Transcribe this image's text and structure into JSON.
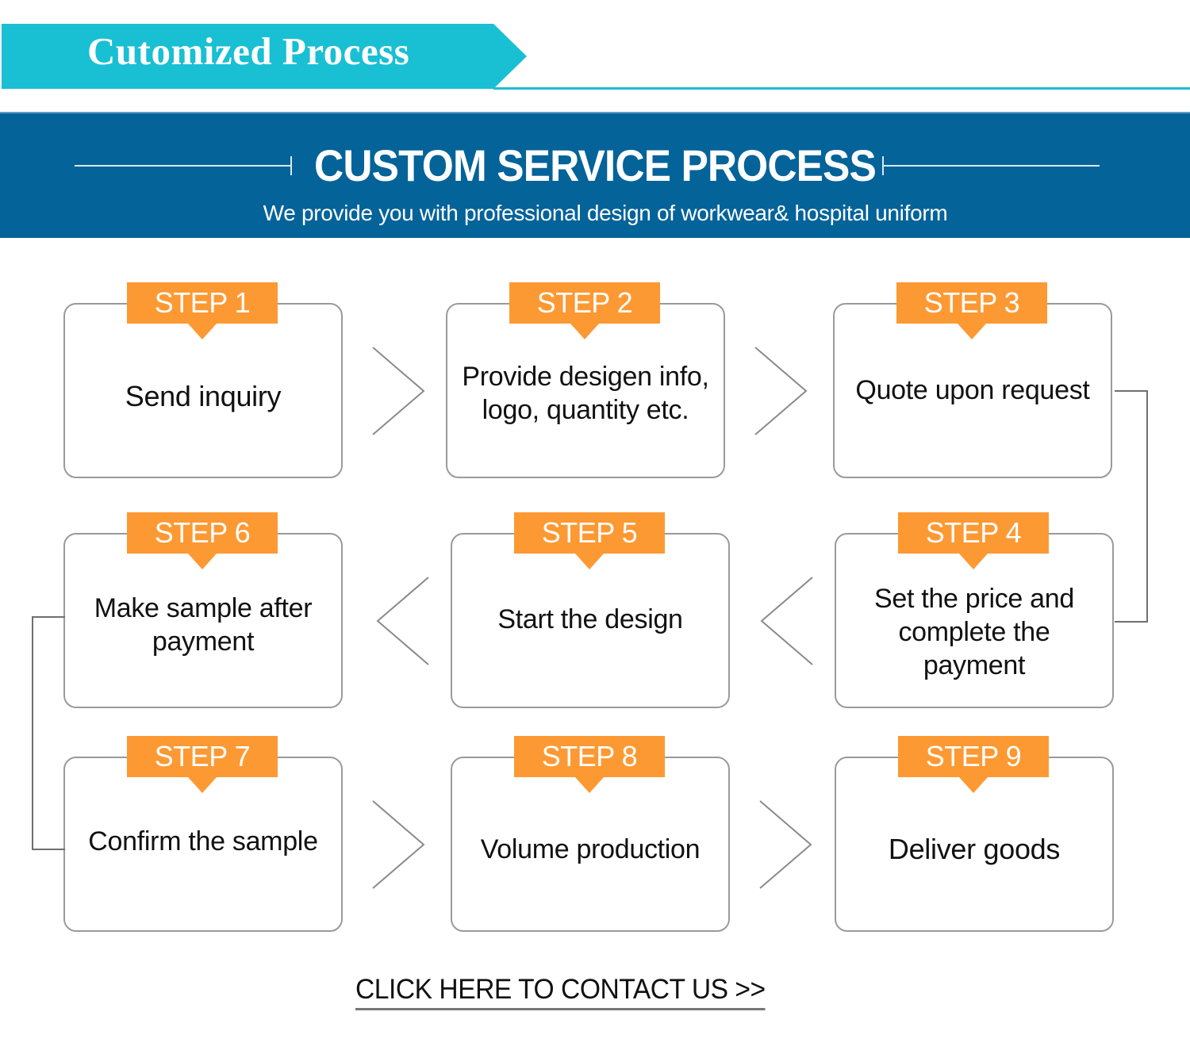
{
  "header": {
    "ribbon_title": "Cutomized Process",
    "banner_title": "CUSTOM SERVICE PROCESS",
    "banner_subtitle": "We provide you with professional design of workwear& hospital uniform"
  },
  "colors": {
    "ribbon": "#19bfd3",
    "banner": "#046399",
    "step_badge": "#fd9933",
    "box_border": "#9a9a9a"
  },
  "steps": [
    {
      "label": "STEP 1",
      "lines": [
        "Send inquiry"
      ]
    },
    {
      "label": "STEP 2",
      "lines": [
        "Provide desigen info,",
        "logo, quantity etc."
      ]
    },
    {
      "label": "STEP 3",
      "lines": [
        "Quote upon request"
      ]
    },
    {
      "label": "STEP 4",
      "lines": [
        "Set the price and",
        "complete the",
        "payment"
      ]
    },
    {
      "label": "STEP 5",
      "lines": [
        "Start the design"
      ]
    },
    {
      "label": "STEP 6",
      "lines": [
        "Make sample after",
        "payment"
      ]
    },
    {
      "label": "STEP 7",
      "lines": [
        "Confirm the sample"
      ]
    },
    {
      "label": "STEP 8",
      "lines": [
        "Volume production"
      ]
    },
    {
      "label": "STEP 9",
      "lines": [
        "Deliver goods"
      ]
    }
  ],
  "arrows": [
    {
      "from": "STEP 1",
      "to": "STEP 2",
      "icon": "chevron-right-icon"
    },
    {
      "from": "STEP 2",
      "to": "STEP 3",
      "icon": "chevron-right-icon"
    },
    {
      "from": "STEP 4",
      "to": "STEP 5",
      "icon": "chevron-left-icon"
    },
    {
      "from": "STEP 5",
      "to": "STEP 6",
      "icon": "chevron-left-icon"
    },
    {
      "from": "STEP 7",
      "to": "STEP 8",
      "icon": "chevron-right-icon"
    },
    {
      "from": "STEP 8",
      "to": "STEP 9",
      "icon": "chevron-right-icon"
    }
  ],
  "connectors": [
    {
      "from": "STEP 3",
      "to": "STEP 4",
      "side": "right"
    },
    {
      "from": "STEP 6",
      "to": "STEP 7",
      "side": "left"
    }
  ],
  "cta": {
    "label": "CLICK HERE TO CONTACT US >>"
  }
}
